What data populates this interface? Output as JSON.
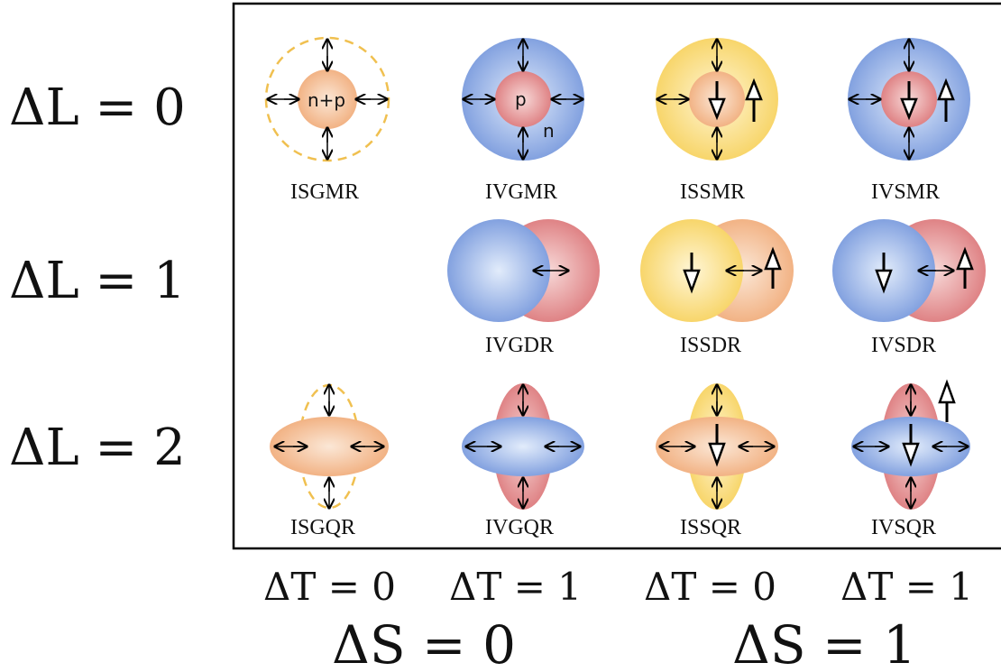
{
  "rows": [
    {
      "label": "ΔL = 0"
    },
    {
      "label": "ΔL = 1"
    },
    {
      "label": "ΔL = 2"
    }
  ],
  "columns": [
    {
      "label": "ΔT = 0"
    },
    {
      "label": "ΔT = 1"
    },
    {
      "label": "ΔT = 0"
    },
    {
      "label": "ΔT = 1"
    }
  ],
  "groups": [
    {
      "label": "ΔS = 0"
    },
    {
      "label": "ΔS = 1"
    }
  ],
  "modes": {
    "isgmr": "ISGMR",
    "ivgmr": "IVGMR",
    "issmr": "ISSMR",
    "ivsmr": "IVSMR",
    "ivgdr": "IVGDR",
    "issdr": "ISSDR",
    "ivsdr": "IVSDR",
    "isgqr": "ISGQR",
    "ivgqr": "IVGQR",
    "issqr": "ISSQR",
    "ivsqr": "IVSQR"
  },
  "inner_labels": {
    "np": "n+p",
    "p": "p",
    "n": "n"
  },
  "colors": {
    "orange": "#F2B488",
    "blue": "#7E9FE0",
    "red": "#E08284",
    "yellow": "#F8D560",
    "dashed": "#F0C050",
    "frame": "#000000"
  }
}
